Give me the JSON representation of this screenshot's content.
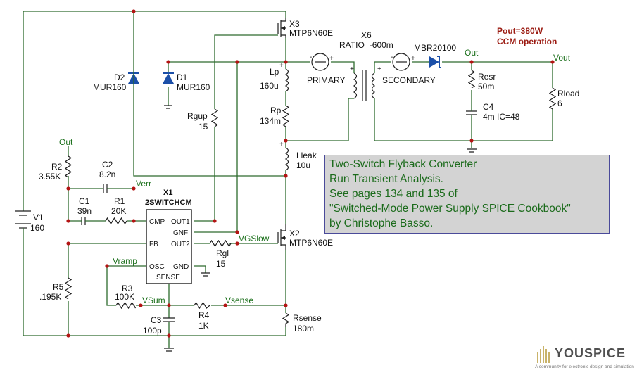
{
  "annotation": {
    "power": "Pout=380W",
    "mode": "CCM operation"
  },
  "note_lines": [
    "Two-Switch Flyback Converter",
    "Run Transient Analysis.",
    "See pages 134 and 135 of",
    "\"Switched-Mode Power Supply SPICE Cookbook\"",
    "by Christophe Basso."
  ],
  "parts": {
    "x3": {
      "ref": "X3",
      "value": "MTP6N60E"
    },
    "x2": {
      "ref": "X2",
      "value": "MTP6N60E"
    },
    "x6": {
      "ref": "X6",
      "value": "RATIO=-600m",
      "primary": "PRIMARY",
      "secondary": "SECONDARY"
    },
    "d3": {
      "value": "MBR20100"
    },
    "d2": {
      "ref": "D2",
      "value": "MUR160"
    },
    "d1": {
      "ref": "D1",
      "value": "MUR160"
    },
    "lp": {
      "ref": "Lp",
      "value": "160u"
    },
    "rp": {
      "ref": "Rp",
      "value": "134m"
    },
    "lleak": {
      "ref": "Lleak",
      "value": "10u"
    },
    "rgup": {
      "ref": "Rgup",
      "value": "15"
    },
    "rgl": {
      "ref": "Rgl",
      "value": "15"
    },
    "resr": {
      "ref": "Resr",
      "value": "50m"
    },
    "c4": {
      "ref": "C4",
      "value": "4m IC=48"
    },
    "rload": {
      "ref": "Rload",
      "value": "6"
    },
    "r2": {
      "ref": "R2",
      "value": "3.55K"
    },
    "c2": {
      "ref": "C2",
      "value": "8.2n"
    },
    "c1": {
      "ref": "C1",
      "value": "39n"
    },
    "r1": {
      "ref": "R1",
      "value": "20K"
    },
    "v1": {
      "ref": "V1",
      "value": "160"
    },
    "r5": {
      "ref": "R5",
      "value": ".195K"
    },
    "r3": {
      "ref": "R3",
      "value": "100K"
    },
    "c3": {
      "ref": "C3",
      "value": "100p"
    },
    "r4": {
      "ref": "R4",
      "value": "1K"
    },
    "rsense": {
      "ref": "Rsense",
      "value": "180m"
    }
  },
  "ic": {
    "ref": "X1",
    "value": "2SWITCHCM",
    "pins": {
      "cmp": "CMP",
      "fb": "FB",
      "osc": "OSC",
      "out1": "OUT1",
      "gnf": "GNF",
      "out2": "OUT2",
      "gnd": "GND",
      "sense": "SENSE"
    }
  },
  "nets": {
    "out_left": "Out",
    "out_top": "Out",
    "vout": "Vout",
    "verr": "Verr",
    "vgslow": "VGSlow",
    "vramp": "Vramp",
    "vsum": "VSum",
    "vsense": "Vsense"
  },
  "logo": {
    "brand": "YOUSPICE",
    "tagline": "A community for electronic design and simulation"
  },
  "colors": {
    "wire": "#2d6b2d",
    "node": "#b31313",
    "title": "#9b1b12",
    "net": "#1a6f1a",
    "note_bg": "#d3d3d3"
  }
}
